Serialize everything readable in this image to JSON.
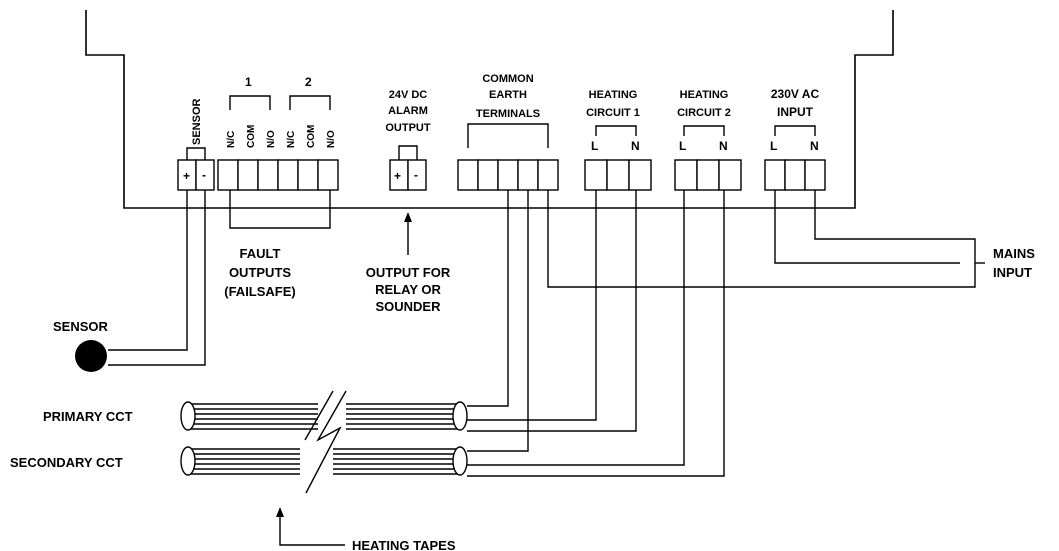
{
  "enclosure_labels": {
    "sensor_header": "SENSOR",
    "relay1_num": "1",
    "relay2_num": "2",
    "relay1_nc": "N/C",
    "relay1_com": "COM",
    "relay1_no": "N/O",
    "relay2_nc": "N/C",
    "relay2_com": "COM",
    "relay2_no": "N/O",
    "alarm_line1": "24V DC",
    "alarm_line2": "ALARM",
    "alarm_line3": "OUTPUT",
    "earth_line1": "COMMON",
    "earth_line2": "EARTH",
    "earth_line3": "TERMINALS",
    "heat1_line1": "HEATING",
    "heat1_line2": "CIRCUIT 1",
    "heat2_line1": "HEATING",
    "heat2_line2": "CIRCUIT 2",
    "ac_line1": "230V AC",
    "ac_line2": "INPUT",
    "h1_L": "L",
    "h1_N": "N",
    "h2_L": "L",
    "h2_N": "N",
    "ac_L": "L",
    "ac_N": "N",
    "sensor_plus": "+",
    "sensor_minus": "-",
    "alarm_plus": "+",
    "alarm_minus": "-"
  },
  "callouts": {
    "fault_line1": "FAULT",
    "fault_line2": "OUTPUTS",
    "fault_line3": "(FAILSAFE)",
    "output_line1": "OUTPUT FOR",
    "output_line2": "RELAY OR",
    "output_line3": "SOUNDER",
    "sensor": "SENSOR",
    "mains_line1": "MAINS",
    "mains_line2": "INPUT",
    "primary": "PRIMARY CCT",
    "secondary": "SECONDARY CCT",
    "heating_tapes": "HEATING TAPES"
  }
}
